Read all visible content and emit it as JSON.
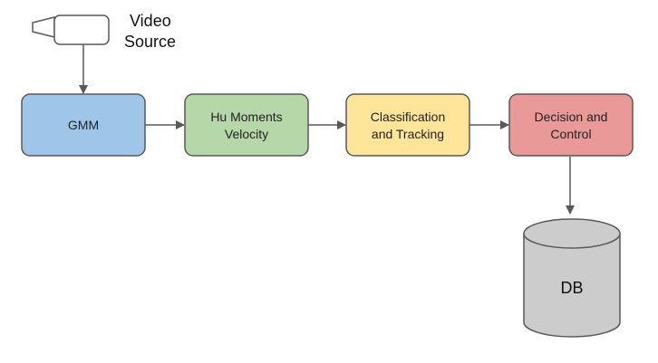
{
  "video_source": {
    "line1": "Video",
    "line2": "Source"
  },
  "blocks": {
    "gmm": {
      "label": "GMM",
      "fill": "#9fc5e8"
    },
    "hu": {
      "line1": "Hu Moments",
      "line2": "Velocity",
      "fill": "#b6d7a8"
    },
    "classification": {
      "line1": "Classification",
      "line2": "and Tracking",
      "fill": "#ffe599"
    },
    "decision": {
      "line1": "Decision and",
      "line2": "Control",
      "fill": "#ea9999"
    }
  },
  "database": {
    "label": "DB",
    "fill": "#cccccc"
  },
  "colors": {
    "stroke": "#595959",
    "arrow": "#595959"
  }
}
